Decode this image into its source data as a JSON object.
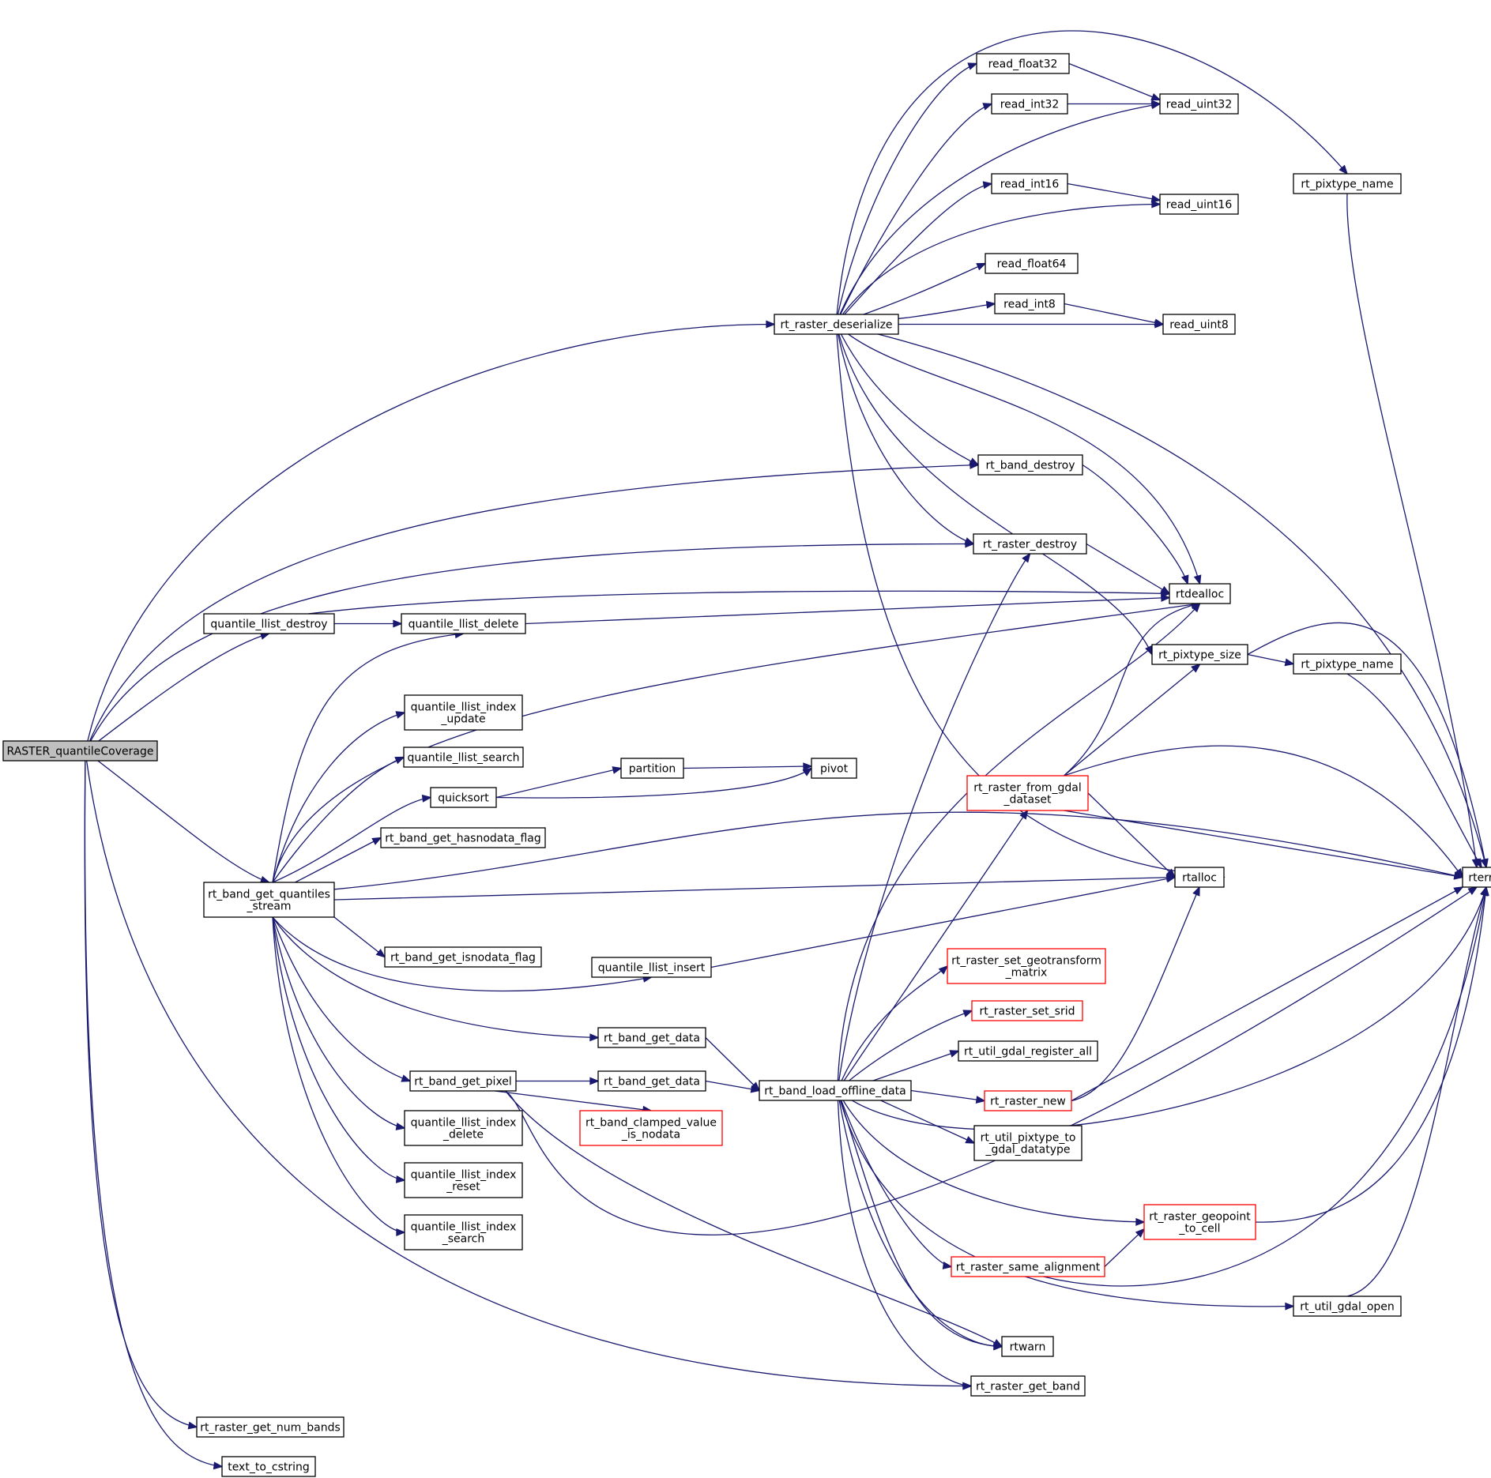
{
  "colors": {
    "edge": "#191970",
    "node_border": "#000000",
    "red_border": "#ff0000",
    "root_fill": "#bfbfbf"
  },
  "nodes": [
    {
      "id": "raster_quantilecoverage",
      "lines": [
        "RASTER_quantileCoverage"
      ],
      "kind": "root"
    },
    {
      "id": "rt_raster_deserialize",
      "lines": [
        "rt_raster_deserialize"
      ]
    },
    {
      "id": "read_float32",
      "lines": [
        "read_float32"
      ]
    },
    {
      "id": "read_int32",
      "lines": [
        "read_int32"
      ]
    },
    {
      "id": "read_uint32",
      "lines": [
        "read_uint32"
      ]
    },
    {
      "id": "read_int16",
      "lines": [
        "read_int16"
      ]
    },
    {
      "id": "read_uint16",
      "lines": [
        "read_uint16"
      ]
    },
    {
      "id": "read_float64",
      "lines": [
        "read_float64"
      ]
    },
    {
      "id": "read_int8",
      "lines": [
        "read_int8"
      ]
    },
    {
      "id": "read_uint8",
      "lines": [
        "read_uint8"
      ]
    },
    {
      "id": "rt_pixtype_name_top",
      "lines": [
        "rt_pixtype_name"
      ]
    },
    {
      "id": "rt_band_destroy",
      "lines": [
        "rt_band_destroy"
      ]
    },
    {
      "id": "rt_raster_destroy",
      "lines": [
        "rt_raster_destroy"
      ]
    },
    {
      "id": "rtdealloc",
      "lines": [
        "rtdealloc"
      ]
    },
    {
      "id": "quantile_llist_destroy",
      "lines": [
        "quantile_llist_destroy"
      ]
    },
    {
      "id": "quantile_llist_delete",
      "lines": [
        "quantile_llist_delete"
      ]
    },
    {
      "id": "rt_pixtype_size",
      "lines": [
        "rt_pixtype_size"
      ]
    },
    {
      "id": "rt_pixtype_name_mid",
      "lines": [
        "rt_pixtype_name"
      ]
    },
    {
      "id": "quantile_llist_index_update",
      "lines": [
        "quantile_llist_index",
        "_update"
      ]
    },
    {
      "id": "quantile_llist_search",
      "lines": [
        "quantile_llist_search"
      ]
    },
    {
      "id": "partition",
      "lines": [
        "partition"
      ]
    },
    {
      "id": "pivot",
      "lines": [
        "pivot"
      ]
    },
    {
      "id": "quicksort",
      "lines": [
        "quicksort"
      ]
    },
    {
      "id": "rt_raster_from_gdal_dataset",
      "lines": [
        "rt_raster_from_gdal",
        "_dataset"
      ],
      "kind": "red"
    },
    {
      "id": "rt_band_get_hasnodata_flag",
      "lines": [
        "rt_band_get_hasnodata_flag"
      ]
    },
    {
      "id": "rt_band_get_quantiles_stream",
      "lines": [
        "rt_band_get_quantiles",
        "_stream"
      ]
    },
    {
      "id": "rtalloc",
      "lines": [
        "rtalloc"
      ]
    },
    {
      "id": "rterror",
      "lines": [
        "rterror"
      ]
    },
    {
      "id": "rt_band_get_isnodata_flag",
      "lines": [
        "rt_band_get_isnodata_flag"
      ]
    },
    {
      "id": "quantile_llist_insert",
      "lines": [
        "quantile_llist_insert"
      ]
    },
    {
      "id": "rt_raster_set_geotransform_matrix",
      "lines": [
        "rt_raster_set_geotransform",
        "_matrix"
      ],
      "kind": "red"
    },
    {
      "id": "rt_raster_set_srid",
      "lines": [
        "rt_raster_set_srid"
      ],
      "kind": "red"
    },
    {
      "id": "rt_band_get_data_a",
      "lines": [
        "rt_band_get_data"
      ]
    },
    {
      "id": "rt_util_gdal_register_all",
      "lines": [
        "rt_util_gdal_register_all"
      ]
    },
    {
      "id": "rt_band_get_pixel",
      "lines": [
        "rt_band_get_pixel"
      ]
    },
    {
      "id": "rt_band_get_data_b",
      "lines": [
        "rt_band_get_data"
      ]
    },
    {
      "id": "rt_band_load_offline_data",
      "lines": [
        "rt_band_load_offline_data"
      ]
    },
    {
      "id": "rt_raster_new",
      "lines": [
        "rt_raster_new"
      ],
      "kind": "red"
    },
    {
      "id": "quantile_llist_index_delete",
      "lines": [
        "quantile_llist_index",
        "_delete"
      ]
    },
    {
      "id": "rt_band_clamped_value_is_nodata",
      "lines": [
        "rt_band_clamped_value",
        "_is_nodata"
      ],
      "kind": "red"
    },
    {
      "id": "rt_util_pixtype_to_gdal_datatype",
      "lines": [
        "rt_util_pixtype_to",
        "_gdal_datatype"
      ]
    },
    {
      "id": "quantile_llist_index_reset",
      "lines": [
        "quantile_llist_index",
        "_reset"
      ]
    },
    {
      "id": "rt_raster_geopoint_to_cell",
      "lines": [
        "rt_raster_geopoint",
        "_to_cell"
      ],
      "kind": "red"
    },
    {
      "id": "quantile_llist_index_search",
      "lines": [
        "quantile_llist_index",
        "_search"
      ]
    },
    {
      "id": "rt_raster_same_alignment",
      "lines": [
        "rt_raster_same_alignment"
      ],
      "kind": "red"
    },
    {
      "id": "rt_util_gdal_open",
      "lines": [
        "rt_util_gdal_open"
      ]
    },
    {
      "id": "rtwarn",
      "lines": [
        "rtwarn"
      ]
    },
    {
      "id": "rt_raster_get_band",
      "lines": [
        "rt_raster_get_band"
      ]
    },
    {
      "id": "rt_raster_get_num_bands",
      "lines": [
        "rt_raster_get_num_bands"
      ]
    },
    {
      "id": "text_to_cstring",
      "lines": [
        "text_to_cstring"
      ]
    }
  ]
}
